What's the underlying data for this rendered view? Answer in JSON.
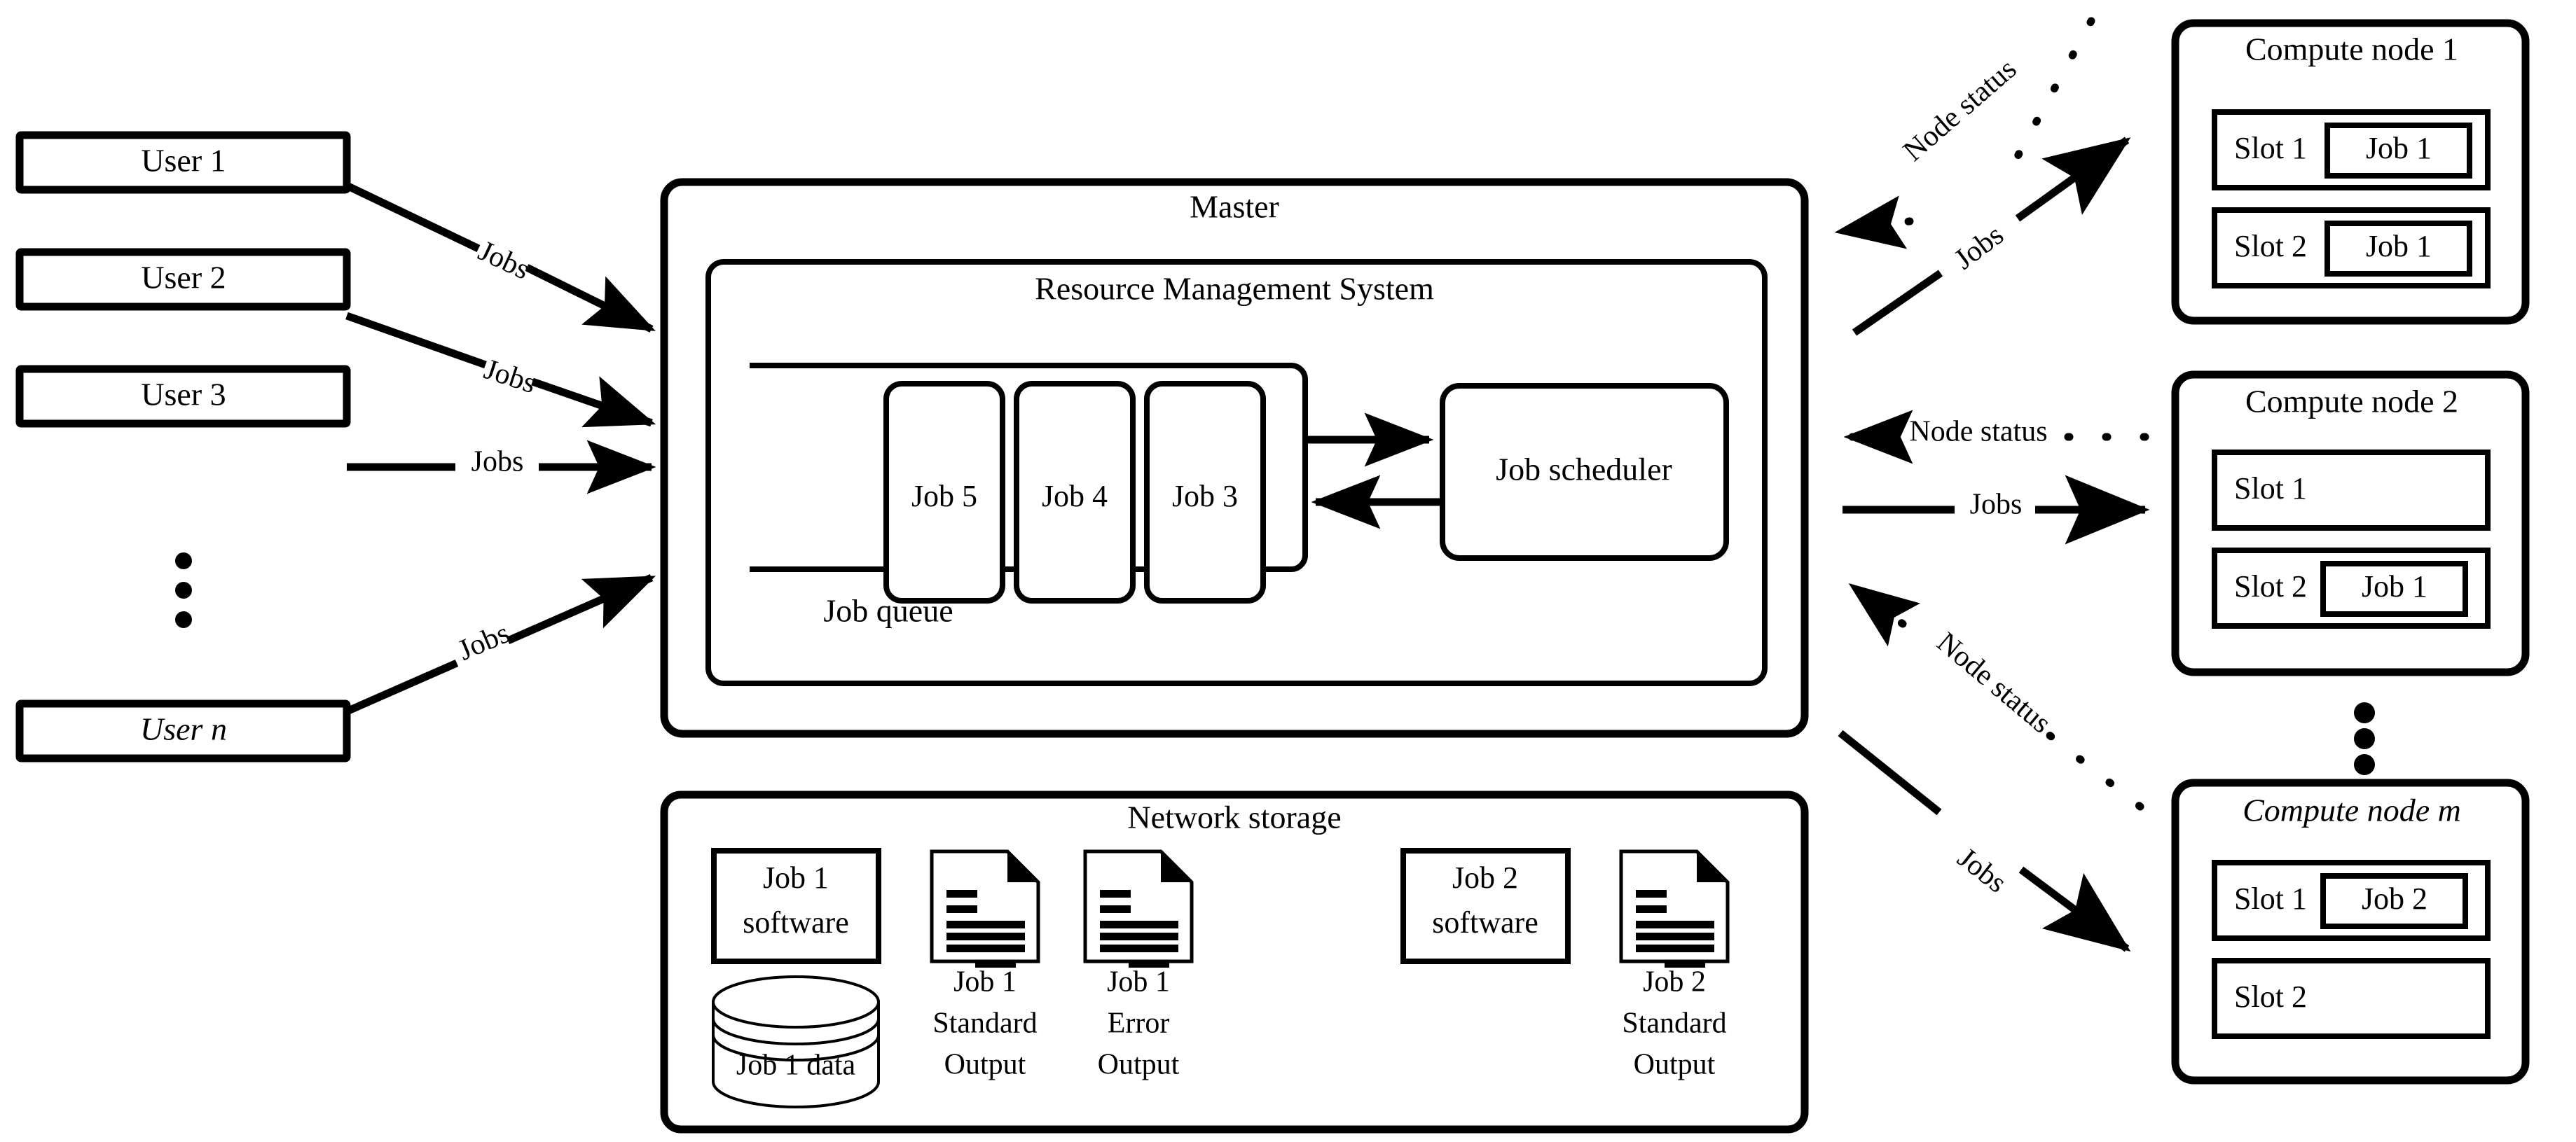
{
  "users": {
    "boxes": [
      {
        "label": "User 1"
      },
      {
        "label": "User 2"
      },
      {
        "label": "User 3"
      },
      {
        "label": "User n"
      }
    ],
    "ellipsis": "vertical-dots",
    "arrow_labels": [
      "Jobs",
      "Jobs",
      "Jobs",
      "Jobs"
    ]
  },
  "master": {
    "title": "Master",
    "rms": {
      "title": "Resource Management System",
      "queue_label": "Job queue",
      "queue_jobs": [
        "Job 5",
        "Job 4",
        "Job 3"
      ],
      "scheduler_label": "Job scheduler"
    }
  },
  "storage": {
    "title": "Network storage",
    "items": [
      {
        "kind": "software-box",
        "lines": [
          "Job 1",
          "software"
        ]
      },
      {
        "kind": "database-cylinder",
        "lines": [
          "Job 1 data"
        ]
      },
      {
        "kind": "document",
        "lines": [
          "Job 1",
          "Standard",
          "Output"
        ]
      },
      {
        "kind": "document",
        "lines": [
          "Job 1",
          "Error",
          "Output"
        ]
      },
      {
        "kind": "software-box",
        "lines": [
          "Job 2",
          "software"
        ]
      },
      {
        "kind": "document",
        "lines": [
          "Job 2",
          "Standard",
          "Output"
        ]
      }
    ]
  },
  "compute_nodes": [
    {
      "title": "Compute node 1",
      "slots": [
        {
          "label": "Slot 1",
          "job": "Job 1"
        },
        {
          "label": "Slot 2",
          "job": "Job 1"
        }
      ]
    },
    {
      "title": "Compute node 2",
      "slots": [
        {
          "label": "Slot 1",
          "job": ""
        },
        {
          "label": "Slot 2",
          "job": "Job 1"
        }
      ]
    },
    {
      "title": "Compute node m",
      "slots": [
        {
          "label": "Slot 1",
          "job": "Job 2"
        },
        {
          "label": "Slot 2",
          "job": ""
        }
      ]
    }
  ],
  "node_ellipsis": "vertical-dots",
  "node_links": [
    {
      "status_label": "Node status",
      "jobs_label": "Jobs"
    },
    {
      "status_label": "Node status",
      "jobs_label": "Jobs"
    },
    {
      "status_label": "Node status",
      "jobs_label": "Jobs"
    }
  ],
  "colors": {
    "stroke": "#000000",
    "fill": "#ffffff"
  }
}
